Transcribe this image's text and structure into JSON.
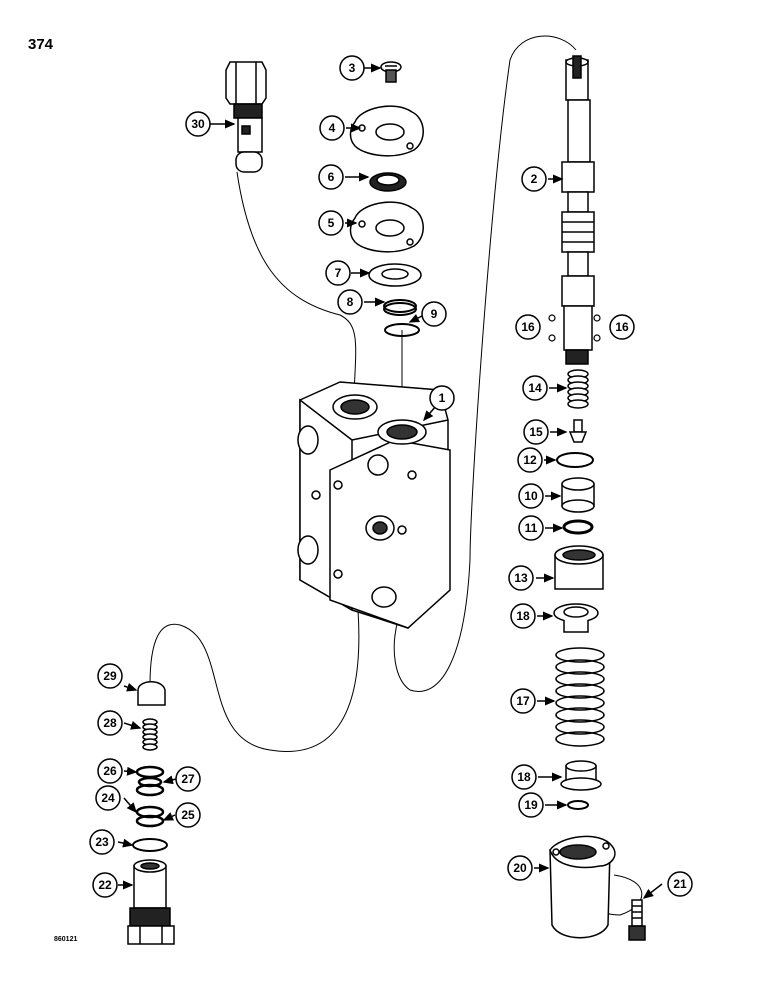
{
  "page_number": "374",
  "drawing_number": "860121",
  "callouts": [
    "1",
    "2",
    "3",
    "4",
    "5",
    "6",
    "7",
    "8",
    "9",
    "10",
    "11",
    "12",
    "13",
    "14",
    "15",
    "16",
    "16",
    "17",
    "18",
    "18",
    "19",
    "20",
    "21",
    "22",
    "23",
    "24",
    "25",
    "26",
    "27",
    "28",
    "29",
    "30"
  ]
}
